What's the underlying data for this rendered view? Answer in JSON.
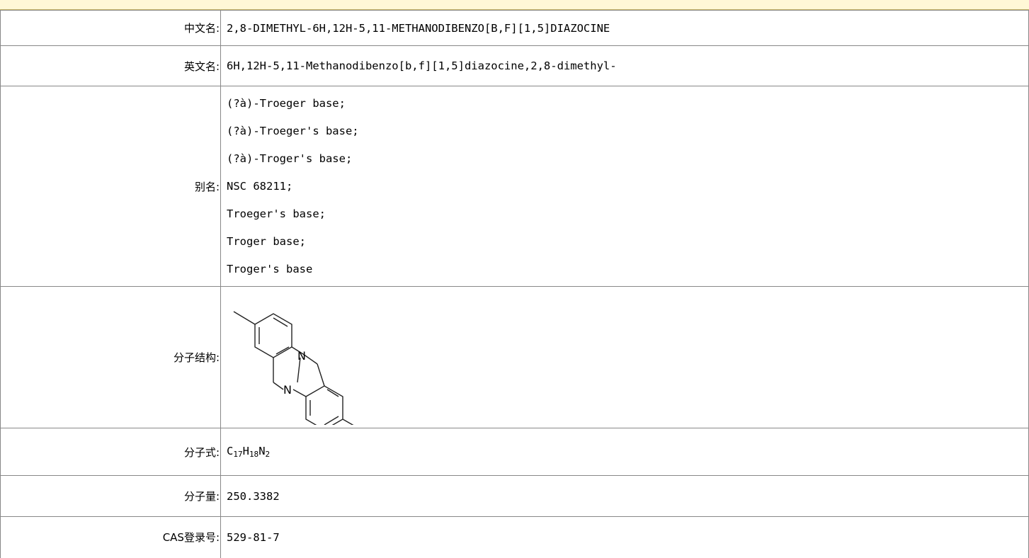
{
  "rows": {
    "cn_name": {
      "label": "中文名:",
      "value": "2,8-DIMETHYL-6H,12H-5,11-METHANODIBENZO[B,F][1,5]DIAZOCINE"
    },
    "en_name": {
      "label": "英文名:",
      "value": "6H,12H-5,11-Methanodibenzo[b,f][1,5]diazocine,2,8-dimethyl-"
    },
    "alias": {
      "label": "别名:",
      "items": [
        "(?à)-Troeger base;",
        "(?à)-Troeger's base;",
        "(?à)-Troger's base;",
        "NSC 68211;",
        "Troeger's base;",
        "Troger base;",
        "Troger's base"
      ]
    },
    "structure": {
      "label": "分子结构:",
      "atom_n1": "N",
      "atom_n2": "N"
    },
    "formula": {
      "label": "分子式:",
      "c": "C",
      "c_n": "17",
      "h": "H",
      "h_n": "18",
      "n": "N",
      "n_n": "2"
    },
    "mw": {
      "label": "分子量:",
      "value": "250.3382"
    },
    "cas": {
      "label": "CAS登录号:",
      "value": "529-81-7"
    }
  }
}
